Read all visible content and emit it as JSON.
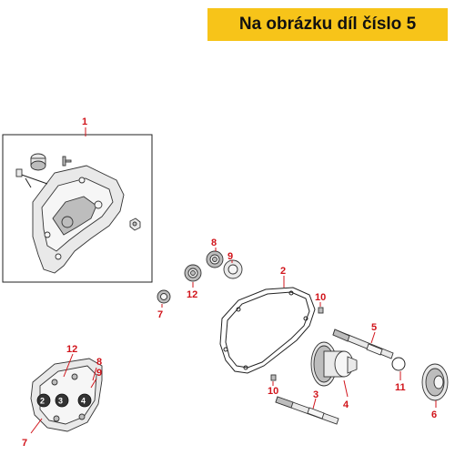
{
  "banner": {
    "text": "Na obrázku díl číslo 5",
    "color": "#f7c419"
  },
  "callouts": {
    "c1": "1",
    "c2": "2",
    "c3": "3",
    "c4": "4",
    "c5": "5",
    "c6": "6",
    "c7a": "7",
    "c8a": "8",
    "c9a": "9",
    "c10a": "10",
    "c10b": "10",
    "c11": "11",
    "c12a": "12",
    "c7b": "7",
    "c8b": "8",
    "c9b": "9",
    "c12b": "12"
  },
  "inset_labels": {
    "d2": "2",
    "d3": "3",
    "d4": "4"
  },
  "colors": {
    "callout": "#d1141b",
    "line": "#222222"
  }
}
